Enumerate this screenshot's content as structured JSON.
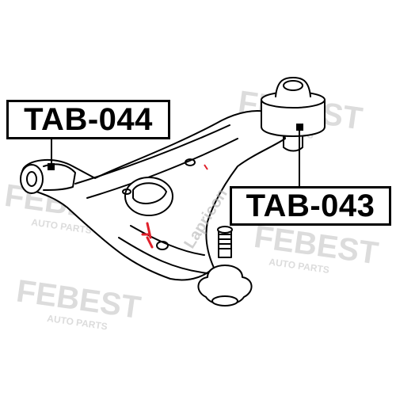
{
  "callouts": {
    "left_part_number": "TAB-044",
    "right_part_number": "TAB-043"
  },
  "watermarks": {
    "brand": "FEBEST",
    "tagline": "AUTO PARTS",
    "diagonal": "Lapricon"
  },
  "colors": {
    "line": "#000000",
    "watermark": "#d9d9d9",
    "accent_red": "#e0202a"
  }
}
